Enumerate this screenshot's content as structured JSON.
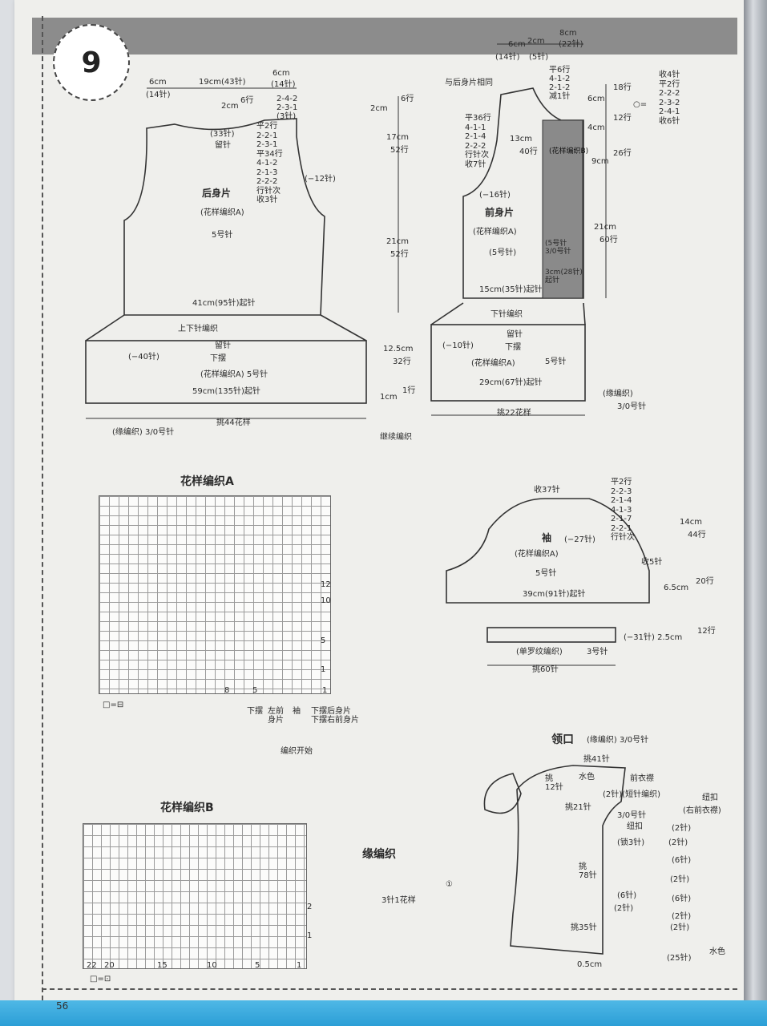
{
  "pattern_number": "9",
  "page_number": "56",
  "back": {
    "title": "后身片",
    "pattern": "(花样编织A)",
    "needle": "5号针",
    "cast_on": "41cm(95针)起针",
    "top_left": "6cm",
    "top_left_st": "(14针)",
    "top_mid": "19cm(43针)",
    "top_right": "6cm",
    "top_right_st": "(14针)",
    "neck_depth": "2cm",
    "neck_rows": "6行",
    "neck_hold": "(33针)",
    "neck_hold2": "留针",
    "shoulder_dec": "2-4-2\n2-3-1\n(3针)",
    "armhole_dec": "平2行\n2-2-1\n2-3-1\n平34行\n4-1-2\n2-1-3\n2-2-2\n行针次\n收3针",
    "armhole_minus": "(−12针)",
    "h_2cm": "2cm",
    "h_2cm_rows": "6行",
    "h_17cm": "17cm",
    "h_17cm_rows": "52行",
    "h_21cm": "21cm",
    "h_21cm_rows": "52行"
  },
  "front": {
    "title": "前身片",
    "pattern": "(花样编织A)",
    "needle": "(5号针)",
    "cast_on": "15cm(35针)起针",
    "top_a": "6cm",
    "top_b": "2cm",
    "top_c": "8cm",
    "top_a_st": "(14针)",
    "top_b_st": "(5针)",
    "top_c_st": "(22针)",
    "same_as_back": "与后身片相同",
    "neck_dec": "平6行\n4-1-2\n2-1-2\n减1针",
    "h_6cm": "6cm",
    "h_6cm_rows": "18行",
    "h_4cm": "4cm",
    "h_4cm_rows": "12行",
    "h_9cm": "9cm",
    "h_9cm_rows": "26行",
    "h_21cm": "21cm",
    "h_21cm_rows": "60行",
    "armhole": "平36行\n4-1-1\n2-1-4\n2-2-2\n行针次\n收7针",
    "armhole_minus": "(−16针)",
    "h_13cm": "13cm",
    "h_13cm_rows": "40行",
    "circle_note": "收4针\n平2行\n2-2-2\n2-3-2\n2-4-1\n收6针",
    "circle_eq": "○=",
    "band_text": "(花样编织B)",
    "band_needle": "(5号针\n3/0号针",
    "band_cast": "3cm(28针)\n起针"
  },
  "skirt_back": {
    "top": "上下针编织",
    "minus": "(−40针)",
    "hold": "留针",
    "label": "下摆",
    "pattern": "(花样编织A)  5号针",
    "cast_on": "59cm(135针)起针",
    "pick": "挑44花样",
    "edge": "(缘编织)   3/0号针"
  },
  "skirt_front": {
    "top": "下针编织",
    "minus": "(−10针)",
    "hold": "留针",
    "label": "下摆",
    "pattern": "(花样编织A)",
    "needle": "5号针",
    "cast_on": "29cm(67针)起针",
    "pick": "挑22花样",
    "edge": "(缘编织)",
    "edge_needle": "3/0号针",
    "h_12_5": "12.5cm",
    "h_12_5_rows": "32行",
    "h_1cm": "1cm",
    "h_1cm_rows": "1行",
    "continue": "继续编织"
  },
  "pattern_a": {
    "title": "花样编织A",
    "legend": "□=⊟",
    "labels": [
      "下摆",
      "左前\n身片",
      "袖",
      "下摆后身片\n下摆右前身片"
    ],
    "start": "编织开始",
    "row_nums": [
      "12",
      "10",
      "5",
      "1"
    ],
    "col_nums": [
      "8",
      "5",
      "1"
    ]
  },
  "pattern_b": {
    "title": "花样编织B",
    "legend": "□=⊡",
    "col_nums": [
      "22",
      "20",
      "15",
      "10",
      "5",
      "1"
    ],
    "row_nums": [
      "2",
      "1"
    ]
  },
  "edging": {
    "title": "缘编织",
    "note": "3针1花样",
    "circle": "①"
  },
  "sleeve": {
    "title": "袖",
    "minus": "(−27针)",
    "pattern": "(花样编织A)",
    "needle": "5号针",
    "cast_on": "39cm(91针)起针",
    "bind": "收37针",
    "shaping": "平2行\n2-2-3\n2-1-4\n4-1-3\n2-1-7\n2-2-1\n行针次",
    "bind5": "收5针",
    "h_14cm": "14cm",
    "h_14cm_rows": "44行",
    "h_6_5": "6.5cm",
    "h_6_5_rows": "20行",
    "rib": "(单罗纹编织)",
    "rib_needle": "3号针",
    "rib_minus": "(−31针) 2.5cm",
    "rib_rows": "12行",
    "pick": "挑60针"
  },
  "collar": {
    "title": "领口",
    "title_sub": "(缘编织) 3/0号针",
    "pick41": "挑41针",
    "water": "水色",
    "front_placket": "前衣襟",
    "pick12": "挑\n12针",
    "short_row": "(2针)(短针编织)",
    "pick21": "挑21针",
    "hook": "3/0号针",
    "button": "纽扣",
    "chain3": "(锁3针)",
    "pick78": "挑\n78针",
    "st6": "(6针)",
    "st2": "(2针)",
    "pick35": "挑35针",
    "w05": "0.5cm",
    "button_title": "纽扣",
    "button_sub": "(右前衣襟)",
    "button_list": [
      "(2针)",
      "(2针)",
      "(6针)",
      "(2针)",
      "(6针)",
      "(2针)",
      "(2针)",
      "(25针)"
    ],
    "water2": "水色"
  }
}
